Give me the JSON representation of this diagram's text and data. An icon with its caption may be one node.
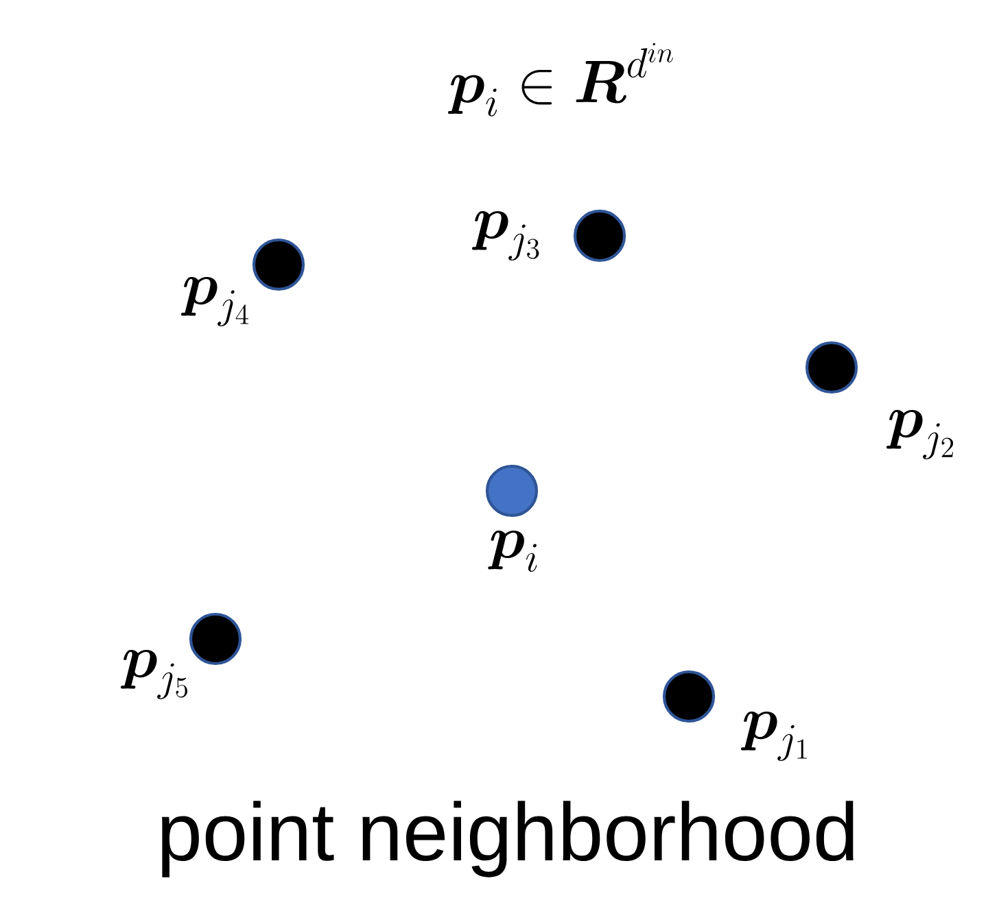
{
  "diagram": {
    "caption": "point neighborhood",
    "nodes": [
      {
        "text": [],
        "shape": "circle",
        "beside": [
          "\\boldsymbol{p}_{j_3}"
        ]
      },
      {
        "text": [],
        "shape": "circle",
        "beside": [
          "\\boldsymbol{p}_{j_4}"
        ]
      },
      {
        "text": [],
        "shape": "circle",
        "beside": [
          "\\boldsymbol{p}_{j_2}"
        ]
      },
      {
        "text": [],
        "shape": "circle",
        "beside": [
          "\\boldsymbol{p}_{i}"
        ]
      },
      {
        "text": [],
        "shape": "circle",
        "beside": [
          "\\boldsymbol{p}_{j_5}"
        ]
      },
      {
        "text": [],
        "shape": "circle",
        "beside": [
          "\\boldsymbol{p}_{j_1}"
        ]
      }
    ],
    "labels": [
      "\\boldsymbol{p}_{i} \\in \\boldsymbol{R}^{d^{in}}"
    ]
  }
}
